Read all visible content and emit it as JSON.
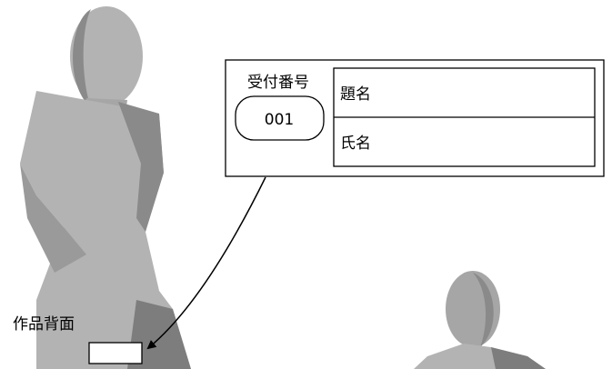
{
  "label_card": {
    "receipt_number_label": "受付番号",
    "receipt_number_value": "001",
    "title_label": "題名",
    "name_label": "氏名"
  },
  "artwork_back_label": "作品背面",
  "colors": {
    "figure_light": "#b3b3b3",
    "figure_mid": "#a6a6a6",
    "figure_dark": "#8a8a8a",
    "figure_darkest": "#7d7d7d",
    "line": "#000000"
  }
}
